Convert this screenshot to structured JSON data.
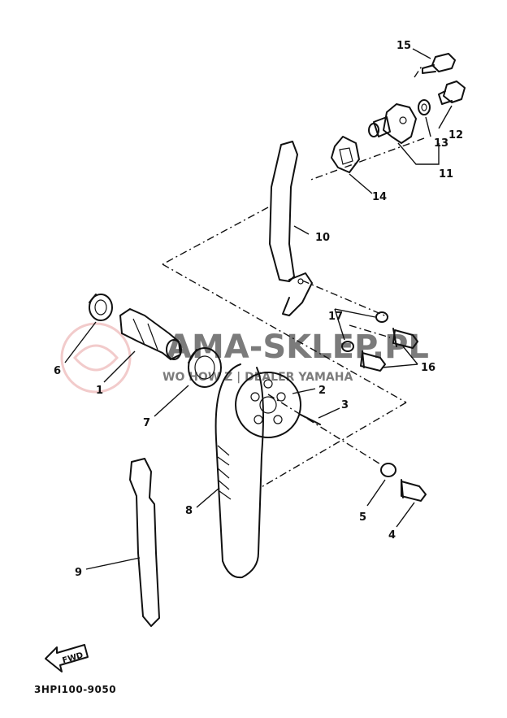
{
  "diagram": {
    "code": "3HPI100-9050",
    "fwd": "FWD",
    "watermark": {
      "brand": "AMA-SKLEP.PL",
      "tagline": "WO          HOW    Z | DEALER YAMAHA"
    },
    "labels": {
      "p1": "1",
      "p2": "2",
      "p3": "3",
      "p4": "4",
      "p5": "5",
      "p6": "6",
      "p7": "7",
      "p8": "8",
      "p9": "9",
      "p10": "10",
      "p11": "11",
      "p12": "12",
      "p13": "13",
      "p14": "14",
      "p15": "15",
      "p16": "16",
      "p17": "17"
    }
  }
}
